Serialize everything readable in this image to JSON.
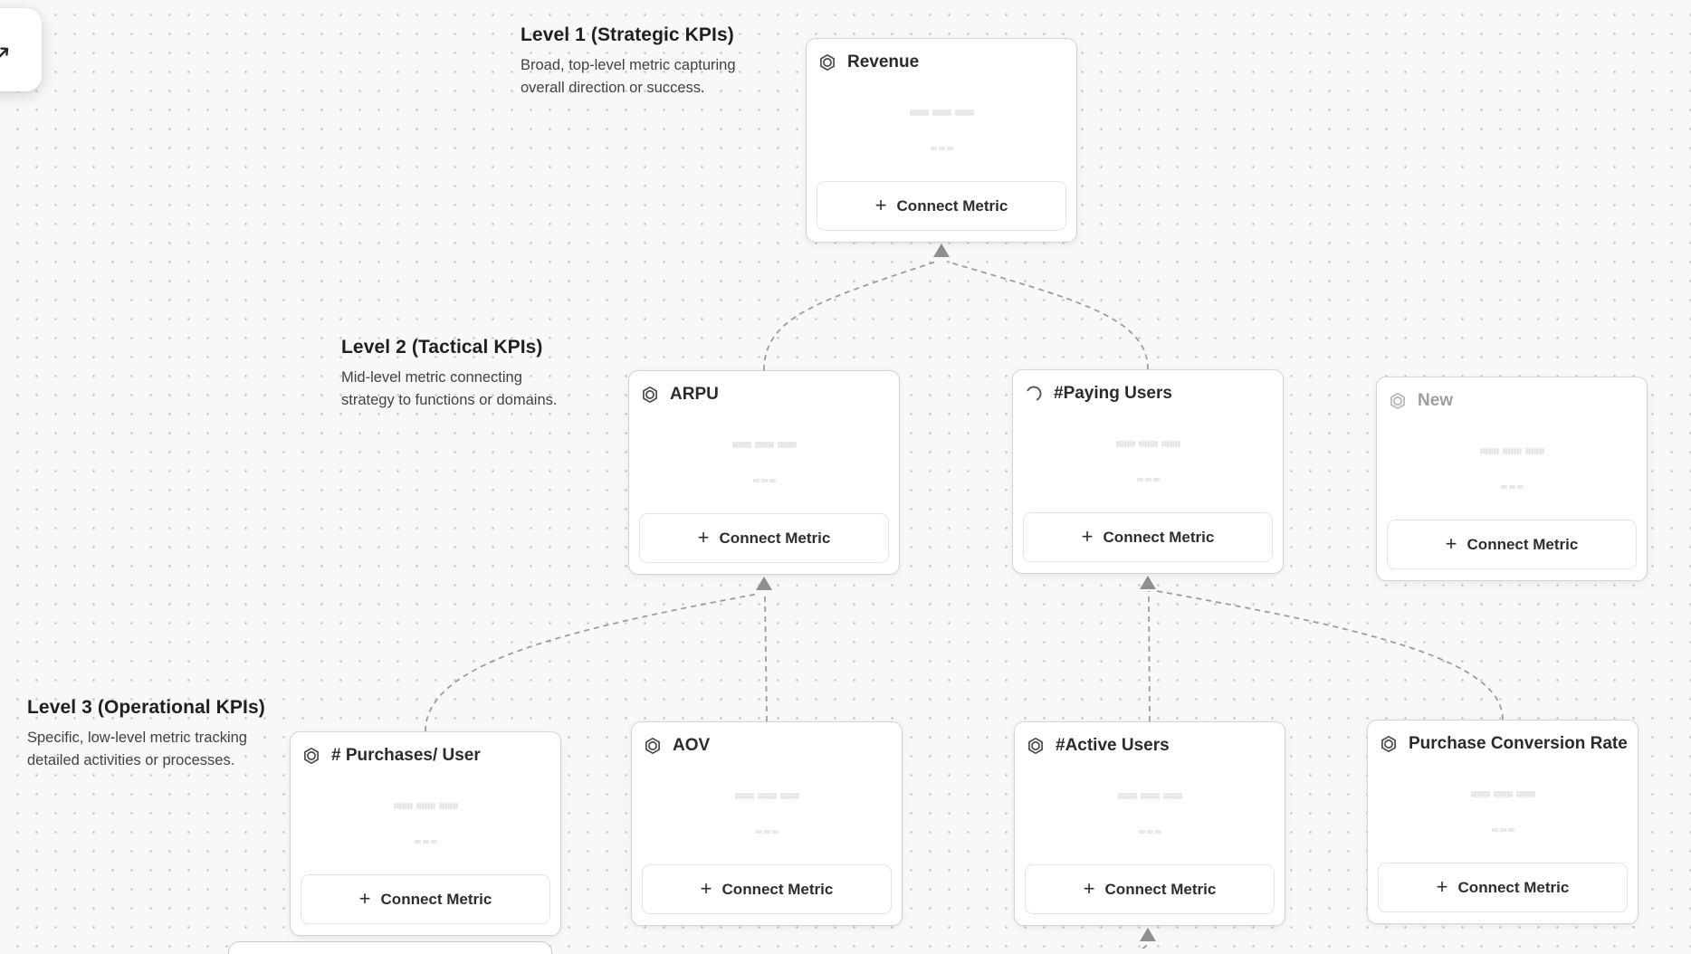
{
  "ui": {
    "plus": "+",
    "connect_metric_label": "Connect Metric"
  },
  "levels": [
    {
      "title": "Level 1 (Strategic KPIs)",
      "description": "Broad, top-level metric capturing\noverall direction or success."
    },
    {
      "title": "Level 2 (Tactical KPIs)",
      "description": "Mid-level metric connecting\nstrategy to functions or domains."
    },
    {
      "title": "Level 3 (Operational KPIs)",
      "description": "Specific, low-level metric tracking\ndetailed activities or processes."
    }
  ],
  "cards": [
    {
      "title": "Revenue",
      "icon": "hexagon-metric-icon",
      "state": "default"
    },
    {
      "title": "ARPU",
      "icon": "hexagon-metric-icon",
      "state": "default"
    },
    {
      "title": "#Paying Users",
      "icon": "spinner-loading-icon",
      "state": "loading"
    },
    {
      "title": "New",
      "icon": "hexagon-metric-icon",
      "state": "placeholder"
    },
    {
      "title": "# Purchases/ User",
      "icon": "hexagon-metric-icon",
      "state": "default"
    },
    {
      "title": "AOV",
      "icon": "hexagon-metric-icon",
      "state": "default"
    },
    {
      "title": "#Active Users",
      "icon": "hexagon-metric-icon",
      "state": "default"
    },
    {
      "title": "Purchase Conversion Rate",
      "icon": "hexagon-metric-icon",
      "state": "default"
    }
  ],
  "colors": {
    "canvas_bg": "#f7f8f8",
    "grid_dot": "#c9c9c9",
    "card_border": "#d5d5d5",
    "card_title": "#2b2b2b",
    "muted_title": "#9e9e9e",
    "connector_dash": "#9c9c9c",
    "arrowhead": "#8f8f8f"
  }
}
